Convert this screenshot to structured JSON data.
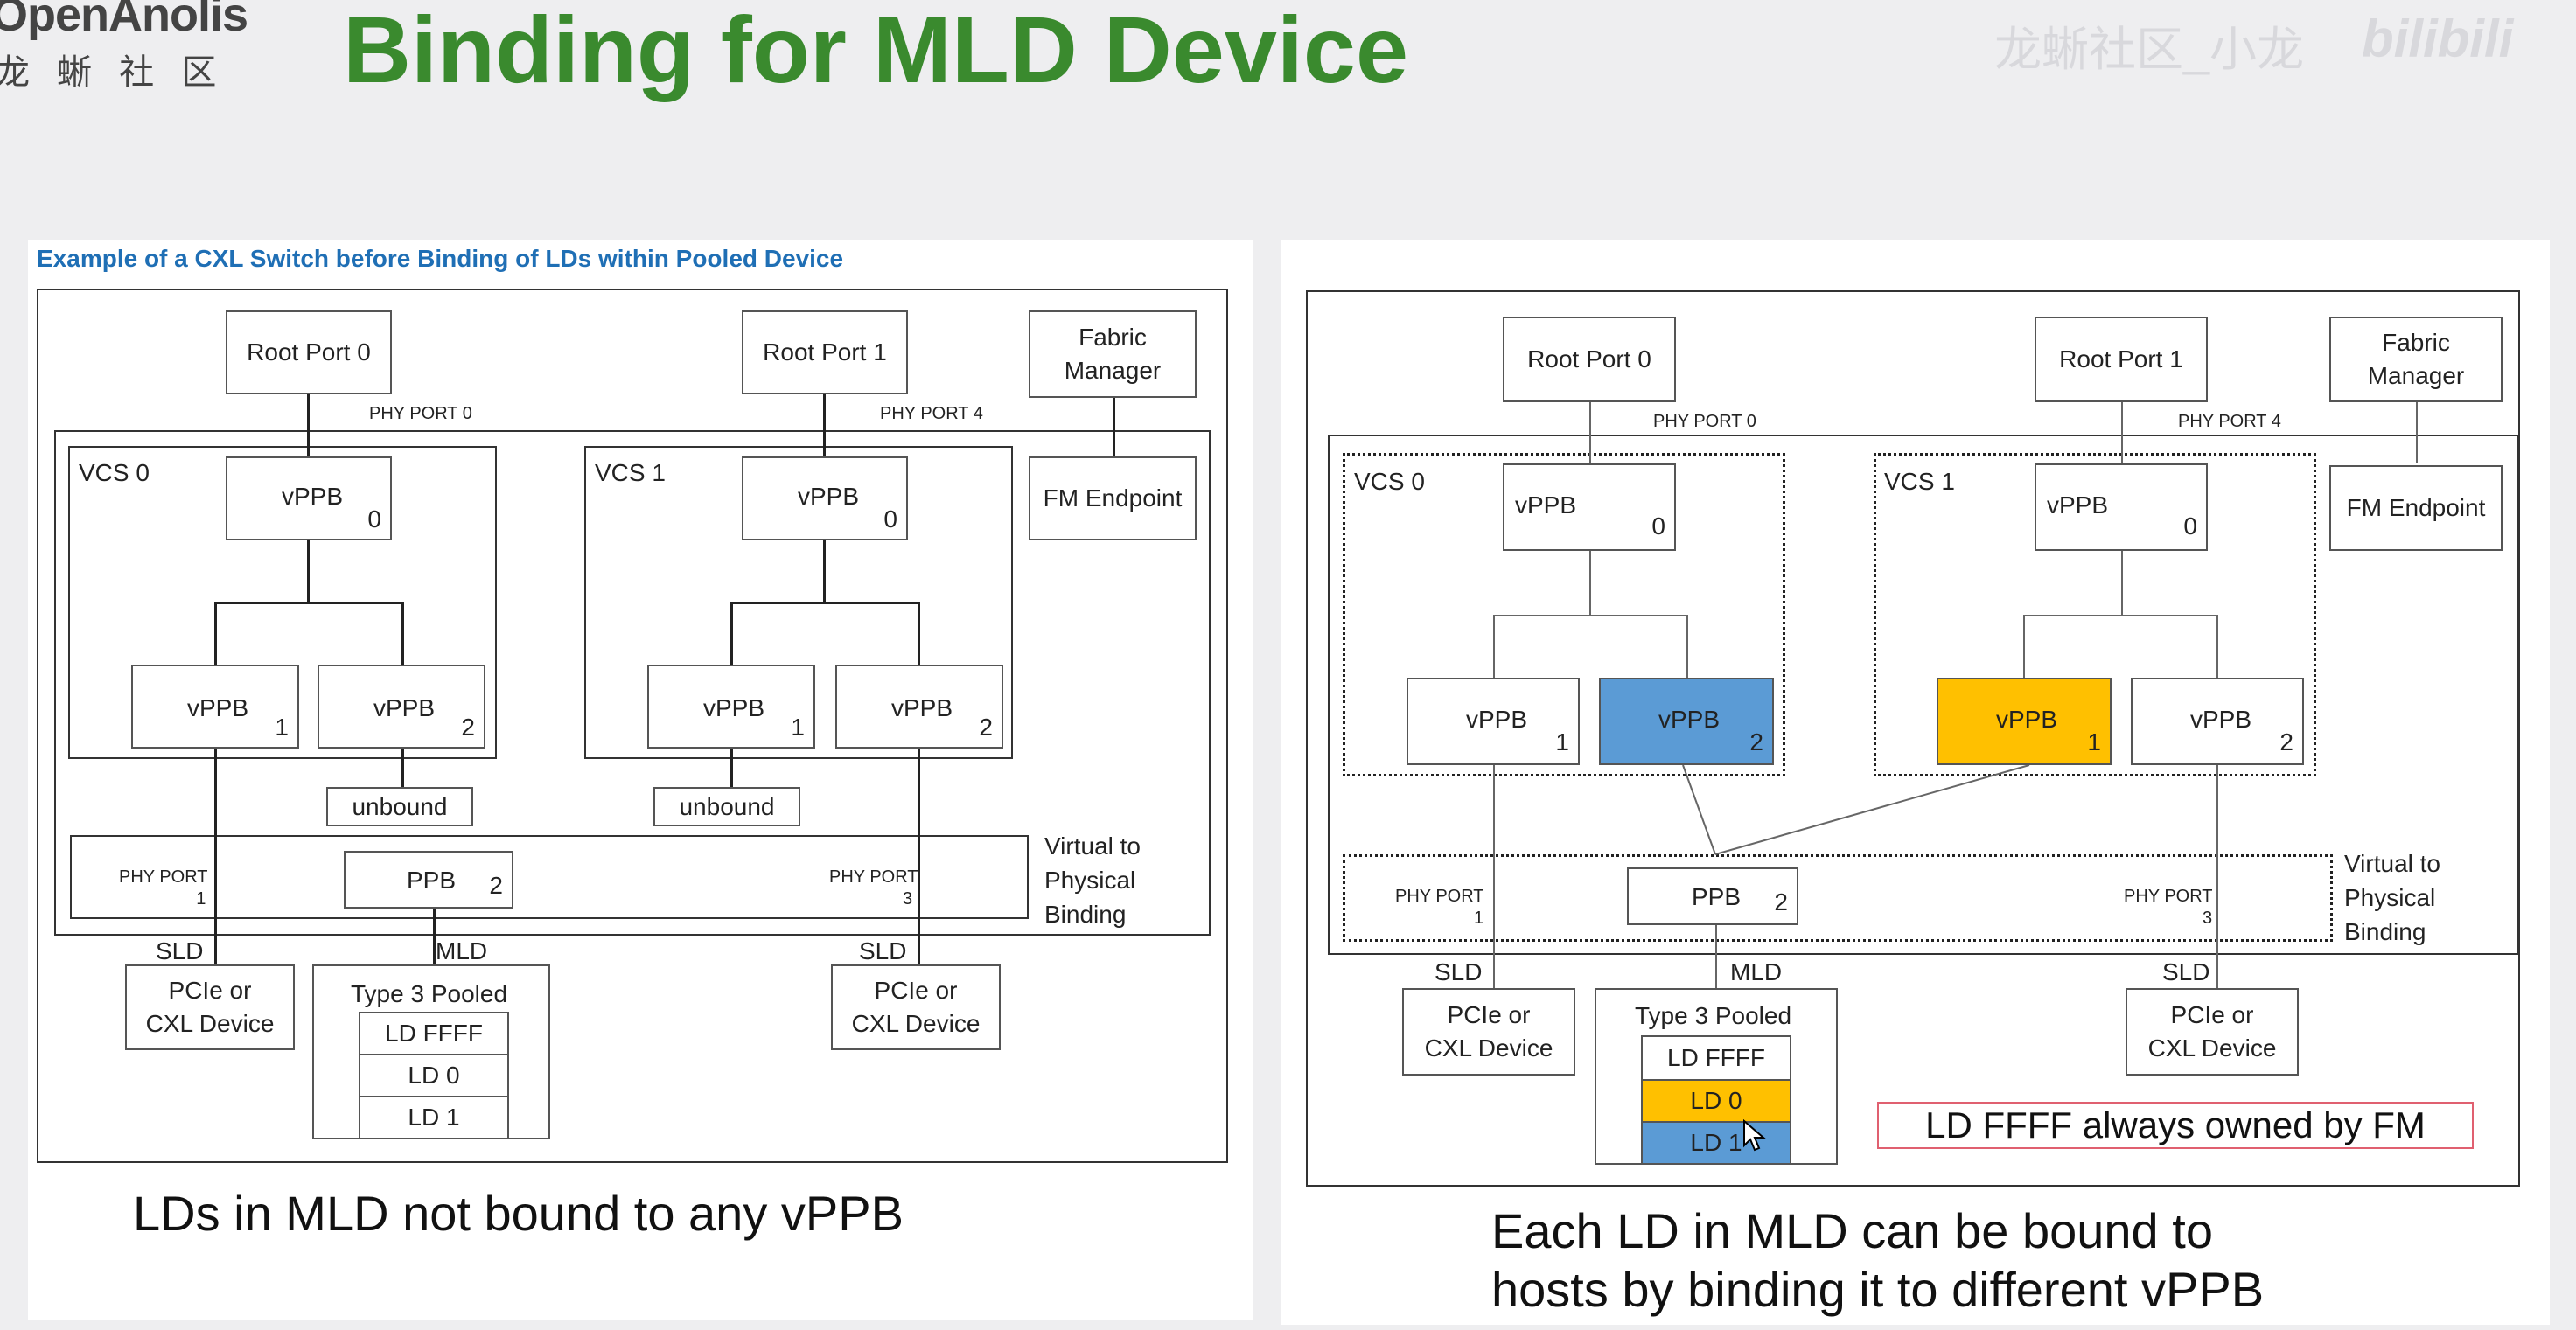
{
  "header": {
    "logo_top": "OpenAnolis",
    "logo_bottom": "龙 蜥 社 区",
    "title": "Binding for MLD Device",
    "watermark": "龙蜥社区_小龙",
    "watermark_logo": "bilibili"
  },
  "left": {
    "caption_top": "Example of a CXL Switch before Binding of LDs within Pooled Device",
    "root0": "Root Port 0",
    "root1": "Root Port 1",
    "fabric": "Fabric Manager",
    "fm_endpoint": "FM Endpoint",
    "phy0": "PHY PORT 0",
    "phy4": "PHY PORT 4",
    "vcs0": "VCS 0",
    "vcs1": "VCS 1",
    "vppb": "vPPB",
    "n0": "0",
    "n1": "1",
    "n2": "2",
    "n3": "3",
    "unbound": "unbound",
    "phy_port": "PHY PORT",
    "ppb": "PPB",
    "vtp": "Virtual to Physical Binding",
    "sld": "SLD",
    "mld": "MLD",
    "pcie": "PCIe or CXL Device",
    "type3": "Type 3 Pooled",
    "ld_ffff": "LD FFFF",
    "ld0": "LD 0",
    "ld1": "LD 1",
    "caption_bottom": "LDs in MLD not bound to any vPPB"
  },
  "right": {
    "root0": "Root Port 0",
    "root1": "Root Port 1",
    "fabric": "Fabric Manager",
    "fm_endpoint": "FM Endpoint",
    "phy0": "PHY PORT 0",
    "phy4": "PHY PORT 4",
    "vcs0": "VCS 0",
    "vcs1": "VCS 1",
    "vppb": "vPPB",
    "n0": "0",
    "n1": "1",
    "n2": "2",
    "n3": "3",
    "phy_port": "PHY PORT",
    "ppb": "PPB",
    "vtp": "Virtual to Physical Binding",
    "sld": "SLD",
    "mld": "MLD",
    "pcie": "PCIe or CXL Device",
    "type3": "Type 3 Pooled",
    "ld_ffff": "LD FFFF",
    "ld0": "LD 0",
    "ld1": "LD 1",
    "note": "LD FFFF always owned by FM",
    "caption_line1": "Each LD in MLD can be bound to",
    "caption_line2": "hosts by binding it to different vPPB"
  },
  "colors": {
    "title_green": "#3a8a2e",
    "caption_blue": "#1f6fb5",
    "blue_fill": "#5b9bd5",
    "orange_fill": "#ffc000",
    "note_border": "#e06070"
  }
}
